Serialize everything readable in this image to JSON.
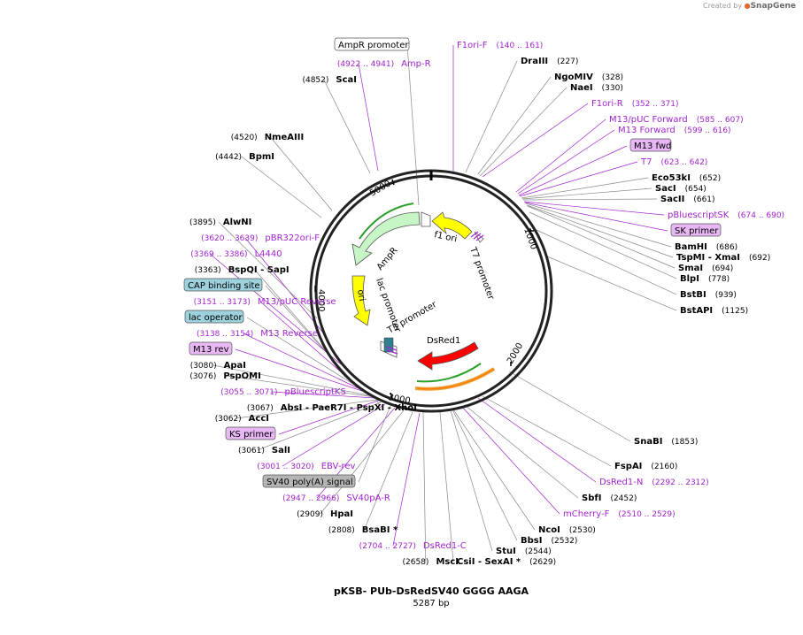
{
  "credit": {
    "prefix": "Created by",
    "brand": "SnapGene"
  },
  "plasmid": {
    "name": "pKSB- PUb-DsRedSV40 GGGG AAGA",
    "length": "5287 bp",
    "length_bp": 5287
  },
  "ticks": [
    "1000",
    "2000",
    "3000",
    "4000",
    "5000"
  ],
  "map_features": [
    {
      "label": "f1 ori",
      "color": "#ffff00"
    },
    {
      "label": "T7 promoter",
      "color": "#ffffff"
    },
    {
      "label": "AmpR",
      "color": "#c6f5c6"
    },
    {
      "label": "AmpR promoter",
      "color": "#ffffff"
    },
    {
      "label": "ori",
      "color": "#ffff00"
    },
    {
      "label": "lac promoter",
      "color": "#ffffff"
    },
    {
      "label": "T3 promoter",
      "color": "#ffffff"
    },
    {
      "label": "DsRed1",
      "color": "#ff0000"
    }
  ],
  "labels": [
    {
      "id": "f1ori-f",
      "type": "primer",
      "name": "F1ori-F",
      "pos": "(140 .. 161)"
    },
    {
      "id": "draiii",
      "type": "enzyme",
      "name": "DraIII",
      "pos": "(227)"
    },
    {
      "id": "ngomiv",
      "type": "enzyme",
      "name": "NgoMIV",
      "pos": "(328)"
    },
    {
      "id": "naei",
      "type": "enzyme",
      "name": "NaeI",
      "pos": "(330)"
    },
    {
      "id": "f1ori-r",
      "type": "primer",
      "name": "F1ori-R",
      "pos": "(352 .. 371)"
    },
    {
      "id": "m13puc-fwd",
      "type": "primer",
      "name": "M13/pUC Forward",
      "pos": "(585 .. 607)"
    },
    {
      "id": "m13-forward",
      "type": "primer",
      "name": "M13 Forward",
      "pos": "(599 .. 616)"
    },
    {
      "id": "m13-fwd",
      "type": "boxed-primer",
      "name": "M13 fwd",
      "pos": ""
    },
    {
      "id": "t7",
      "type": "primer",
      "name": "T7",
      "pos": "(623 .. 642)"
    },
    {
      "id": "eco53ki",
      "type": "enzyme",
      "name": "Eco53kI",
      "pos": "(652)"
    },
    {
      "id": "saci",
      "type": "enzyme",
      "name": "SacI",
      "pos": "(654)"
    },
    {
      "id": "sacii",
      "type": "enzyme",
      "name": "SacII",
      "pos": "(661)"
    },
    {
      "id": "pbsk",
      "type": "primer",
      "name": "pBluescriptSK",
      "pos": "(674 .. 690)"
    },
    {
      "id": "sk-primer",
      "type": "boxed-primer",
      "name": "SK primer",
      "pos": ""
    },
    {
      "id": "bamhi",
      "type": "enzyme",
      "name": "BamHI",
      "pos": "(686)"
    },
    {
      "id": "tspmi",
      "type": "enzyme",
      "name": "TspMI  - XmaI",
      "pos": "(692)"
    },
    {
      "id": "smai",
      "type": "enzyme",
      "name": "SmaI",
      "pos": "(694)"
    },
    {
      "id": "blpi",
      "type": "enzyme",
      "name": "BlpI",
      "pos": "(778)"
    },
    {
      "id": "bstbi",
      "type": "enzyme",
      "name": "BstBI",
      "pos": "(939)"
    },
    {
      "id": "bstapi",
      "type": "enzyme",
      "name": "BstAPI",
      "pos": "(1125)"
    },
    {
      "id": "snabi",
      "type": "enzyme",
      "name": "SnaBI",
      "pos": "(1853)"
    },
    {
      "id": "fspai",
      "type": "enzyme",
      "name": "FspAI",
      "pos": "(2160)"
    },
    {
      "id": "dsred1-n",
      "type": "primer",
      "name": "DsRed1-N",
      "pos": "(2292 .. 2312)"
    },
    {
      "id": "sbfi",
      "type": "enzyme",
      "name": "SbfI",
      "pos": "(2452)"
    },
    {
      "id": "mcherry-f",
      "type": "primer",
      "name": "mCherry-F",
      "pos": "(2510 .. 2529)"
    },
    {
      "id": "ncoi",
      "type": "enzyme",
      "name": "NcoI",
      "pos": "(2530)"
    },
    {
      "id": "bbsi",
      "type": "enzyme",
      "name": "BbsI",
      "pos": "(2532)"
    },
    {
      "id": "stui",
      "type": "enzyme",
      "name": "StuI",
      "pos": "(2544)"
    },
    {
      "id": "csii",
      "type": "enzyme",
      "name": "CsiI  - SexAI *",
      "pos": "(2629)"
    },
    {
      "id": "msci",
      "type": "enzyme",
      "name": "MscI",
      "pos": "(2658)"
    },
    {
      "id": "dsred1-c",
      "type": "primer",
      "name": "DsRed1-C",
      "pos": "(2704 .. 2727)"
    },
    {
      "id": "bsabi",
      "type": "enzyme",
      "name": "BsaBI *",
      "pos": "(2808)"
    },
    {
      "id": "hpai",
      "type": "enzyme",
      "name": "HpaI",
      "pos": "(2909)"
    },
    {
      "id": "sv40pa-r",
      "type": "primer",
      "name": "SV40pA-R",
      "pos": "(2947 .. 2966)"
    },
    {
      "id": "sv40-polya",
      "type": "boxed-feature",
      "name": "SV40 poly(A) signal",
      "pos": "",
      "color": "#b5b5b5"
    },
    {
      "id": "ebv-rev",
      "type": "primer",
      "name": "EBV-rev",
      "pos": "(3001 .. 3020)"
    },
    {
      "id": "sali",
      "type": "enzyme",
      "name": "SalI",
      "pos": "(3061)"
    },
    {
      "id": "ks-primer",
      "type": "boxed-primer",
      "name": "KS primer",
      "pos": ""
    },
    {
      "id": "acci",
      "type": "enzyme",
      "name": "AccI",
      "pos": "(3062)"
    },
    {
      "id": "absi",
      "type": "enzyme",
      "name": "AbsI  - PaeR7I  - PspXI  - XhoI",
      "pos": "(3067)"
    },
    {
      "id": "pbks",
      "type": "primer",
      "name": "pBluescriptKS",
      "pos": "(3055 .. 3071)"
    },
    {
      "id": "pspomi",
      "type": "enzyme",
      "name": "PspOMI",
      "pos": "(3076)"
    },
    {
      "id": "apai",
      "type": "enzyme",
      "name": "ApaI",
      "pos": "(3080)"
    },
    {
      "id": "m13-rev",
      "type": "boxed-primer",
      "name": "M13 rev",
      "pos": ""
    },
    {
      "id": "m13-reverse",
      "type": "primer",
      "name": "M13 Reverse",
      "pos": "(3138 .. 3154)"
    },
    {
      "id": "lac-operator",
      "type": "boxed-feature",
      "name": "lac operator",
      "pos": "",
      "color": "#9cd1dd"
    },
    {
      "id": "m13puc-rev",
      "type": "primer",
      "name": "M13/pUC Reverse",
      "pos": "(3151 .. 3173)"
    },
    {
      "id": "cap-site",
      "type": "boxed-feature",
      "name": "CAP binding site",
      "pos": "",
      "color": "#9cd1dd"
    },
    {
      "id": "bspqi",
      "type": "enzyme",
      "name": "BspQI  - SapI",
      "pos": "(3363)"
    },
    {
      "id": "l4440",
      "type": "primer",
      "name": "L4440",
      "pos": "(3369 .. 3386)"
    },
    {
      "id": "pbr322ori-f",
      "type": "primer",
      "name": "pBR322ori-F",
      "pos": "(3620 .. 3639)"
    },
    {
      "id": "alwni",
      "type": "enzyme",
      "name": "AlwNI",
      "pos": "(3895)"
    },
    {
      "id": "bpmi",
      "type": "enzyme",
      "name": "BpmI",
      "pos": "(4442)"
    },
    {
      "id": "nmeaiii",
      "type": "enzyme",
      "name": "NmeAIII",
      "pos": "(4520)"
    },
    {
      "id": "scai",
      "type": "enzyme",
      "name": "ScaI",
      "pos": "(4852)"
    },
    {
      "id": "amp-r",
      "type": "primer",
      "name": "Amp-R",
      "pos": "(4922 .. 4941)"
    },
    {
      "id": "ampr-promoter-lbl",
      "type": "boxed-feature",
      "name": "AmpR promoter",
      "pos": "",
      "color": "#ffffff"
    }
  ]
}
